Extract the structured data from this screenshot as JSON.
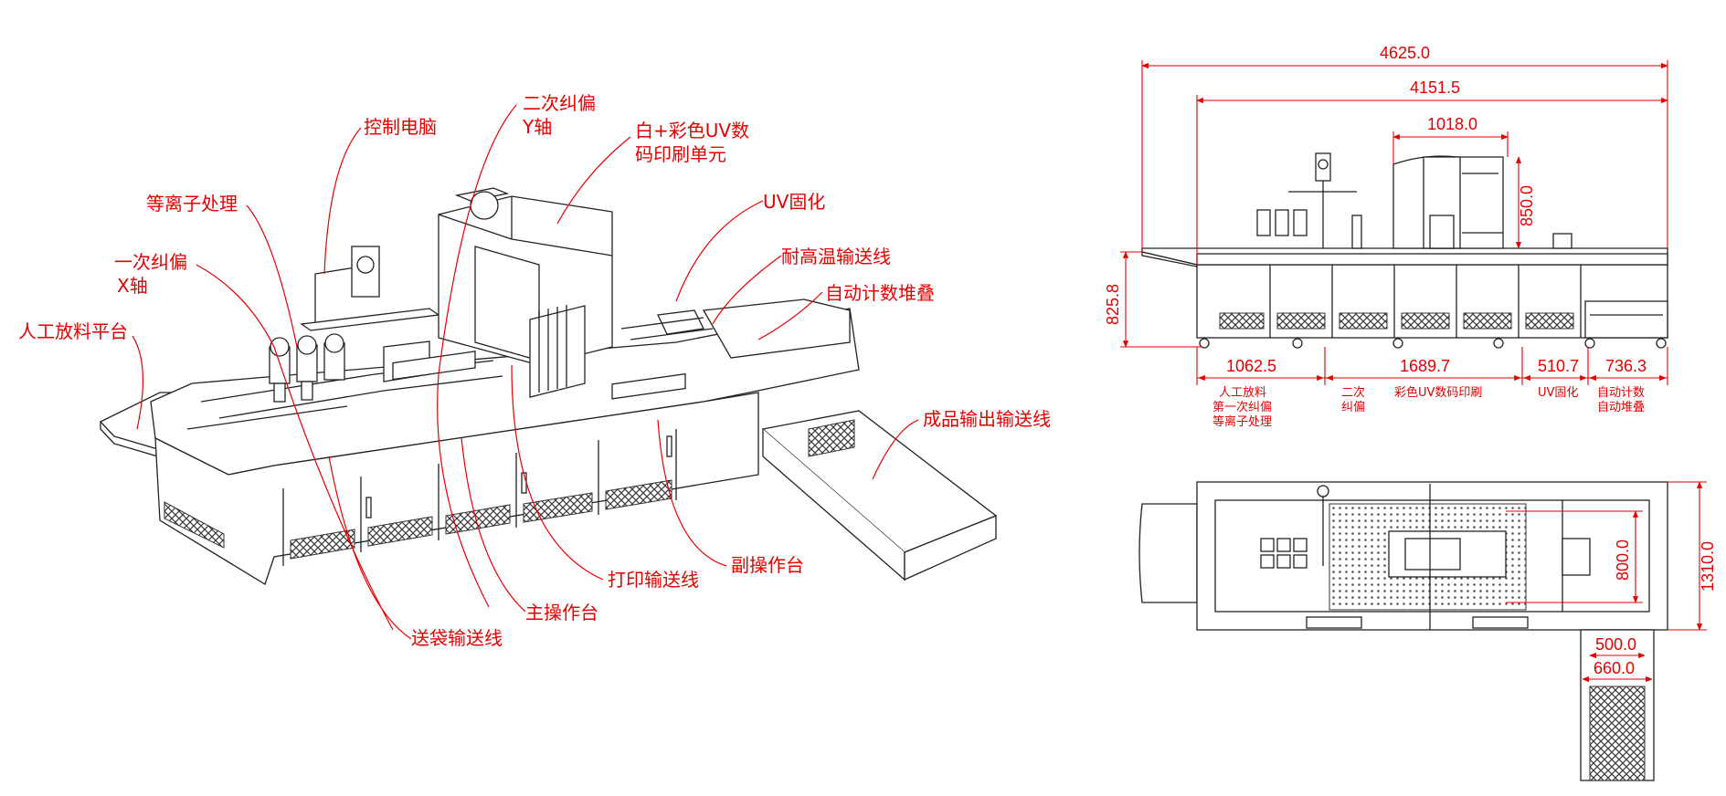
{
  "colors": {
    "annotation": "#e60000",
    "linework": "#222222",
    "background": "#ffffff"
  },
  "callouts": {
    "manual_feed": "人工放料平台",
    "first_rect_l1": "一次纠偏",
    "first_rect_l2": "X轴",
    "plasma": "等离子处理",
    "control_pc": "控制电脑",
    "second_rect_l1": "二次纠偏",
    "second_rect_l2": "Y轴",
    "printer_l1": "白+彩色UV数",
    "printer_l2": "码印刷单元",
    "uv_cure": "UV固化",
    "heat_conveyor": "耐高温输送线",
    "auto_stack": "自动计数堆叠",
    "output_conveyor": "成品输出输送线",
    "aux_console": "副操作台",
    "print_conveyor": "打印输送线",
    "main_console": "主操作台",
    "bag_conveyor": "送袋输送线"
  },
  "front_view": {
    "dim_total": "4625.0",
    "dim_inner": "4151.5",
    "dim_printer_width": "1018.0",
    "dim_printer_height": "850.0",
    "dim_table_height": "825.8",
    "segments": [
      {
        "value": "1062.5",
        "cap": [
          "人工放料",
          "第一次纠偏",
          "等离子处理"
        ]
      },
      {
        "value": "",
        "cap": [
          "二次",
          "纠偏"
        ]
      },
      {
        "value": "1689.7",
        "cap": [
          "彩色UV数码印刷"
        ]
      },
      {
        "value": "510.7",
        "cap": [
          "UV固化"
        ]
      },
      {
        "value": "736.3",
        "cap": [
          "自动计数",
          "自动堆叠"
        ]
      }
    ]
  },
  "top_view": {
    "dim_width": "1310.0",
    "dim_print_area": "800.0",
    "dim_out_inner": "500.0",
    "dim_out_outer": "660.0"
  }
}
